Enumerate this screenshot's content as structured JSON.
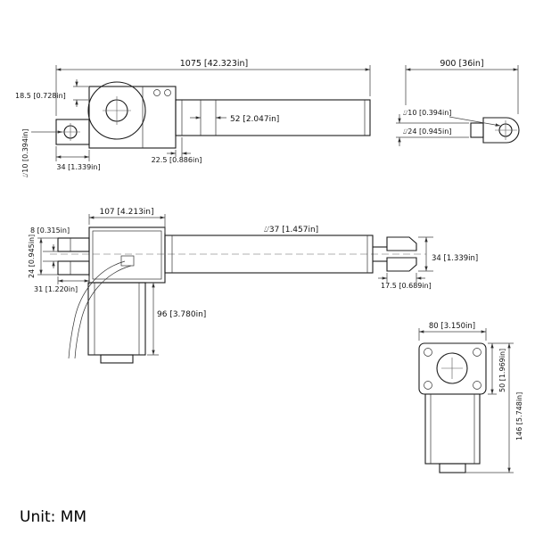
{
  "drawing": {
    "unit_label": "Unit:  MM",
    "side_view": {
      "overall_length": "1075 [42.323in]",
      "stroke_length": "900 [36in]",
      "pin_offset": "18.5 [0.728in]",
      "piston_width": "52 [2.047in]",
      "rear_offset": "22.5 [0.886in]",
      "clevis_length": "34 [1.339in]",
      "front_hole_dia": "⌰10 [0.394in]",
      "rear_hole_dia": "⌰10 [0.394in]",
      "rod_dia": "⌰24 [0.945in]"
    },
    "top_view": {
      "gearbox_length": "107 [4.213in]",
      "slot_width": "8 [0.315in]",
      "clevis_inner": "24 [0.945in]",
      "clevis_outer": "31 [1.220in]",
      "tube_dia": "⌰37 [1.457in]",
      "fork_width": "34 [1.339in]",
      "fork_depth": "17.5 [0.689in]",
      "motor_length": "96 [3.780in]"
    },
    "end_view": {
      "flange_width": "80 [3.150in]",
      "flange_height": "50 [1.969in]",
      "motor_height": "146 [5.748in]"
    }
  }
}
